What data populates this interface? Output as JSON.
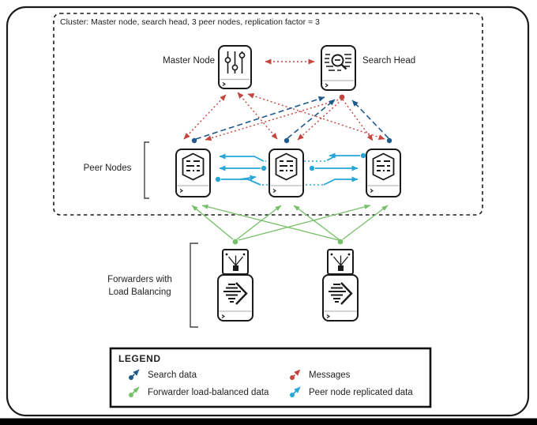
{
  "diagram": {
    "cluster_label": "Cluster: Master node, search head, 3 peer nodes, replication factor = 3",
    "master_node_label": "Master Node",
    "search_head_label": "Search Head",
    "peer_nodes_label": "Peer Nodes",
    "forwarders_label": [
      "Forwarders with",
      "Load Balancing"
    ],
    "peer_count": 3,
    "forwarder_count": 2,
    "icons": {
      "master": "sliders-icon",
      "search_head": "magnifier-document-icon",
      "peer": "indexer-database-icon",
      "forwarder": "forward-arrow-icon"
    },
    "colors": {
      "search_data": "#1F5A8C",
      "messages": "#C4443E",
      "forwarder_data": "#77C06A",
      "replicated_data": "#29A5D8",
      "outline": "#1A1A1A"
    }
  },
  "legend": {
    "title": "LEGEND",
    "items": [
      {
        "label": "Search data",
        "color": "#1F5A8C",
        "line_style": "dashed"
      },
      {
        "label": "Forwarder load-balanced data",
        "color": "#77C06A",
        "line_style": "solid"
      },
      {
        "label": "Messages",
        "color": "#C4443E",
        "line_style": "dotted"
      },
      {
        "label": "Peer node replicated data",
        "color": "#29A5D8",
        "line_style": "solid"
      }
    ]
  }
}
